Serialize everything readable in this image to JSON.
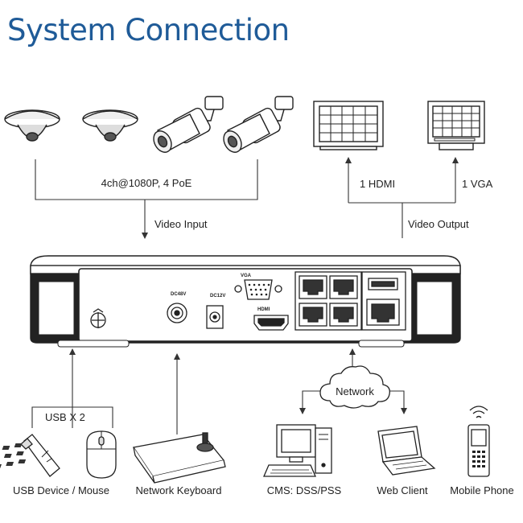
{
  "title": "System Connection",
  "labels": {
    "camera_spec": "4ch@1080P, 4 PoE",
    "video_input": "Video Input",
    "hdmi_out": "1 HDMI",
    "vga_out": "1 VGA",
    "video_output": "Video Output",
    "usb_count": "USB X 2",
    "network": "Network"
  },
  "panel": {
    "vga": "VGA",
    "hdmi": "HDMI",
    "dc48": "DC48V",
    "dc12": "DC12V"
  },
  "devices": {
    "usb_device_mouse": "USB Device / Mouse",
    "network_keyboard": "Network Keyboard",
    "cms": "CMS: DSS/PSS",
    "web_client": "Web Client",
    "mobile_phone": "Mobile Phone"
  },
  "colors": {
    "title": "#1f5b98",
    "line": "#333333"
  }
}
